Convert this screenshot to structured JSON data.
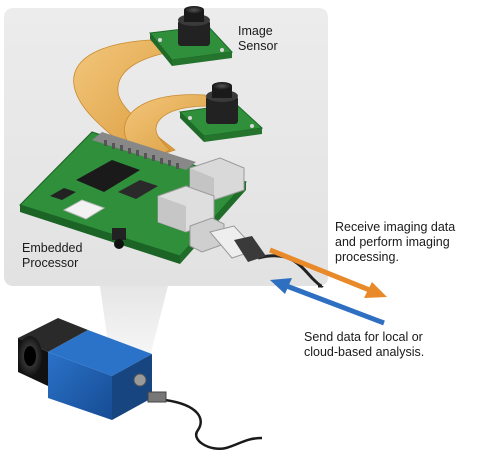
{
  "labels": {
    "image_sensor": [
      "Image",
      "Sensor"
    ],
    "embedded_processor": [
      "Embedded",
      "Processor"
    ],
    "receive": [
      "Receive imaging data",
      "and perform imaging",
      "processing."
    ],
    "send": [
      "Send data for local or",
      "cloud-based analysis."
    ]
  },
  "colors": {
    "panel": "#e8e8e8",
    "board": "#2f8f3a",
    "ribbon": "#e9b25a",
    "camera_body": "#1f5fb0",
    "arrow_receive": "#e8892a",
    "arrow_send": "#2f6fc2"
  },
  "icons": [
    "image-sensor-board",
    "embedded-processor-board",
    "industrial-camera",
    "ethernet-plug"
  ]
}
